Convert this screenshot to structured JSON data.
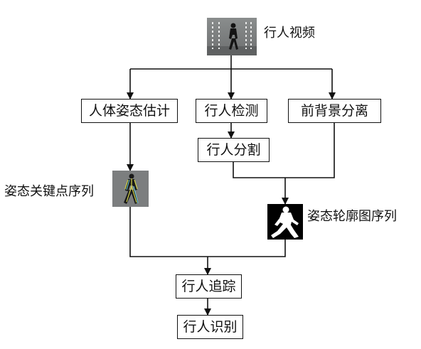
{
  "diagram": {
    "input": {
      "label": "行人视频"
    },
    "branches": [
      {
        "label": "人体姿态估计"
      },
      {
        "label": "行人检测"
      },
      {
        "label": "前背景分离"
      }
    ],
    "segmentation": {
      "label": "行人分割"
    },
    "keypoints": {
      "label": "姿态关键点序列"
    },
    "silhouette": {
      "label": "姿态轮廓图序列"
    },
    "tracking": {
      "label": "行人追踪"
    },
    "recognition": {
      "label": "行人识别"
    }
  }
}
